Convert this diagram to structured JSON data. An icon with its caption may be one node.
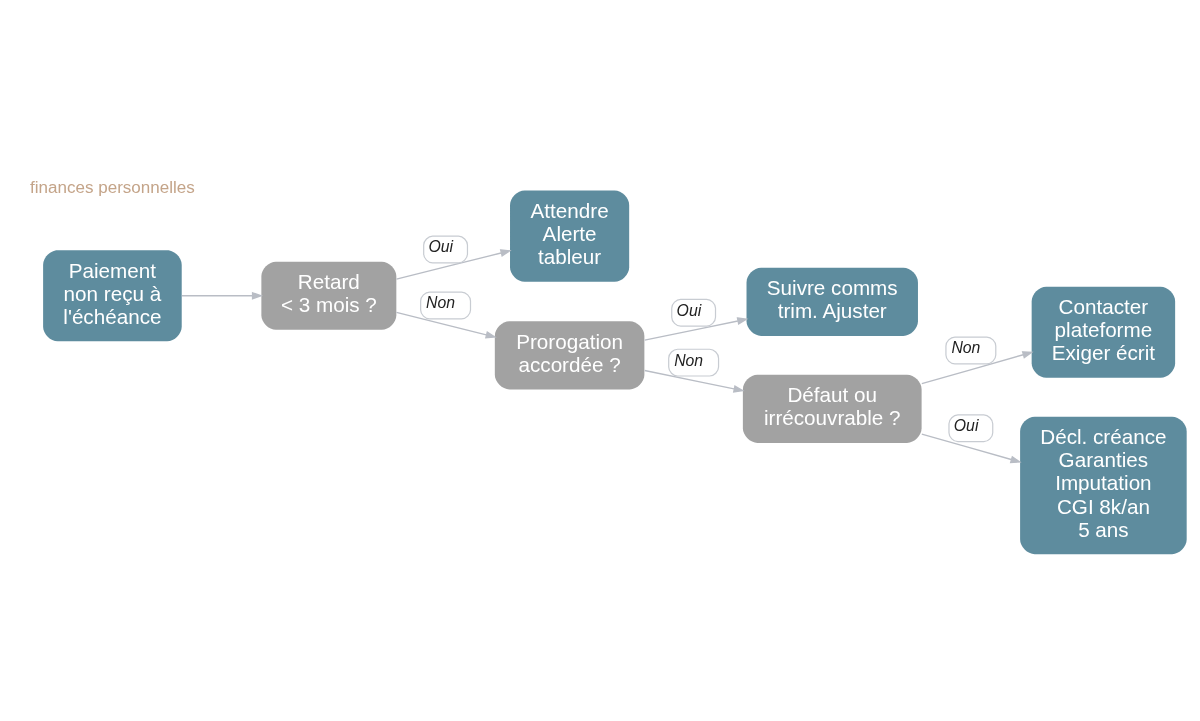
{
  "diagram": {
    "nodes": [
      {
        "text": [
          "Paiement non reçu à l'échéance"
        ]
      },
      {
        "text": [
          "Retard < 3 mois ?"
        ]
      },
      {
        "text": [
          "Attendre Alerte tableur"
        ]
      },
      {
        "text": [
          "Prorogation accordée ?"
        ]
      },
      {
        "text": [
          "Suivre comms trim. Ajuster"
        ]
      },
      {
        "text": [
          "Défaut ou irrécouvrable ?"
        ]
      },
      {
        "text": [
          "Contacter plateforme Exiger écrit"
        ]
      },
      {
        "text": [
          "Décl. créance Garanties Imputation CGI 8k/an 5 ans"
        ]
      }
    ],
    "edges": [
      {
        "from": 0,
        "to": 1,
        "arrow": "to"
      },
      {
        "from": 1,
        "to": 2,
        "label": "Oui",
        "arrow": "to"
      },
      {
        "from": 1,
        "to": 3,
        "label": "Non",
        "arrow": "to"
      },
      {
        "from": 3,
        "to": 4,
        "label": "Oui",
        "arrow": "to"
      },
      {
        "from": 3,
        "to": 5,
        "label": "Non",
        "arrow": "to"
      },
      {
        "from": 5,
        "to": 6,
        "label": "Non",
        "arrow": "to"
      },
      {
        "from": 5,
        "to": 7,
        "label": "Oui",
        "arrow": "to"
      }
    ],
    "labels": [
      "finances personnelles"
    ]
  }
}
